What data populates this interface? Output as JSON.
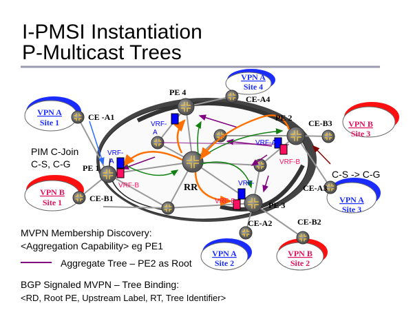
{
  "title": {
    "line1": "I-PMSI Instantiation",
    "line2": "P-Multicast Trees"
  },
  "sites": {
    "a1": {
      "vpn": "VPN A",
      "site": "Site 1",
      "color": "#1a2cff"
    },
    "b1": {
      "vpn": "VPN B",
      "site": "Site 1",
      "color": "#e0105a"
    },
    "a4": {
      "vpn": "VPN A",
      "site": "Site 4",
      "color": "#1a2cff"
    },
    "b3": {
      "vpn": "VPN B",
      "site": "Site 3",
      "color": "#e0105a"
    },
    "a3": {
      "vpn": "VPN A",
      "site": "Site 3",
      "color": "#1a2cff"
    },
    "a2": {
      "vpn": "VPN A",
      "site": "Site 2",
      "color": "#1a2cff"
    },
    "b2": {
      "vpn": "VPN B",
      "site": "Site 2",
      "color": "#e0105a"
    }
  },
  "routers": {
    "ce_a1": "CE -A1",
    "ce_b1": "CE-B1",
    "pe1": "PE 1",
    "pe4": "PE 4",
    "ce_a4": "CE-A4",
    "pe2": "PE 2",
    "ce_b3": "CE-B3",
    "ce_a3": "CE-A3",
    "pe3": "PE 3",
    "ce_a2": "CE-A2",
    "ce_b2": "CE-B2",
    "rr": "RR"
  },
  "vrf": {
    "a_top": "VRF-",
    "a_bottom": "A",
    "a_full": "VRF-A",
    "b": "VRF-B"
  },
  "annotations": {
    "pim1": "PIM C-Join",
    "pim2": "C-S, C-G",
    "cs_cg": "C-S -> C-G"
  },
  "notes": {
    "disc1": "MVPN Membership Discovery:",
    "disc2": "<Aggregation Capability> eg PE1",
    "legend": "Aggregate Tree – PE2 as Root",
    "bind1": "BGP Signaled MVPN – Tree Binding:",
    "bind2": "<RD, Root PE, Upstream Label, RT, Tree Identifier>"
  },
  "colors": {
    "aggregate_tree": "#800080",
    "orange": "#ff7000",
    "green": "#108010",
    "vrf_a": "#0000ff",
    "vrf_b": "#ff1060"
  }
}
